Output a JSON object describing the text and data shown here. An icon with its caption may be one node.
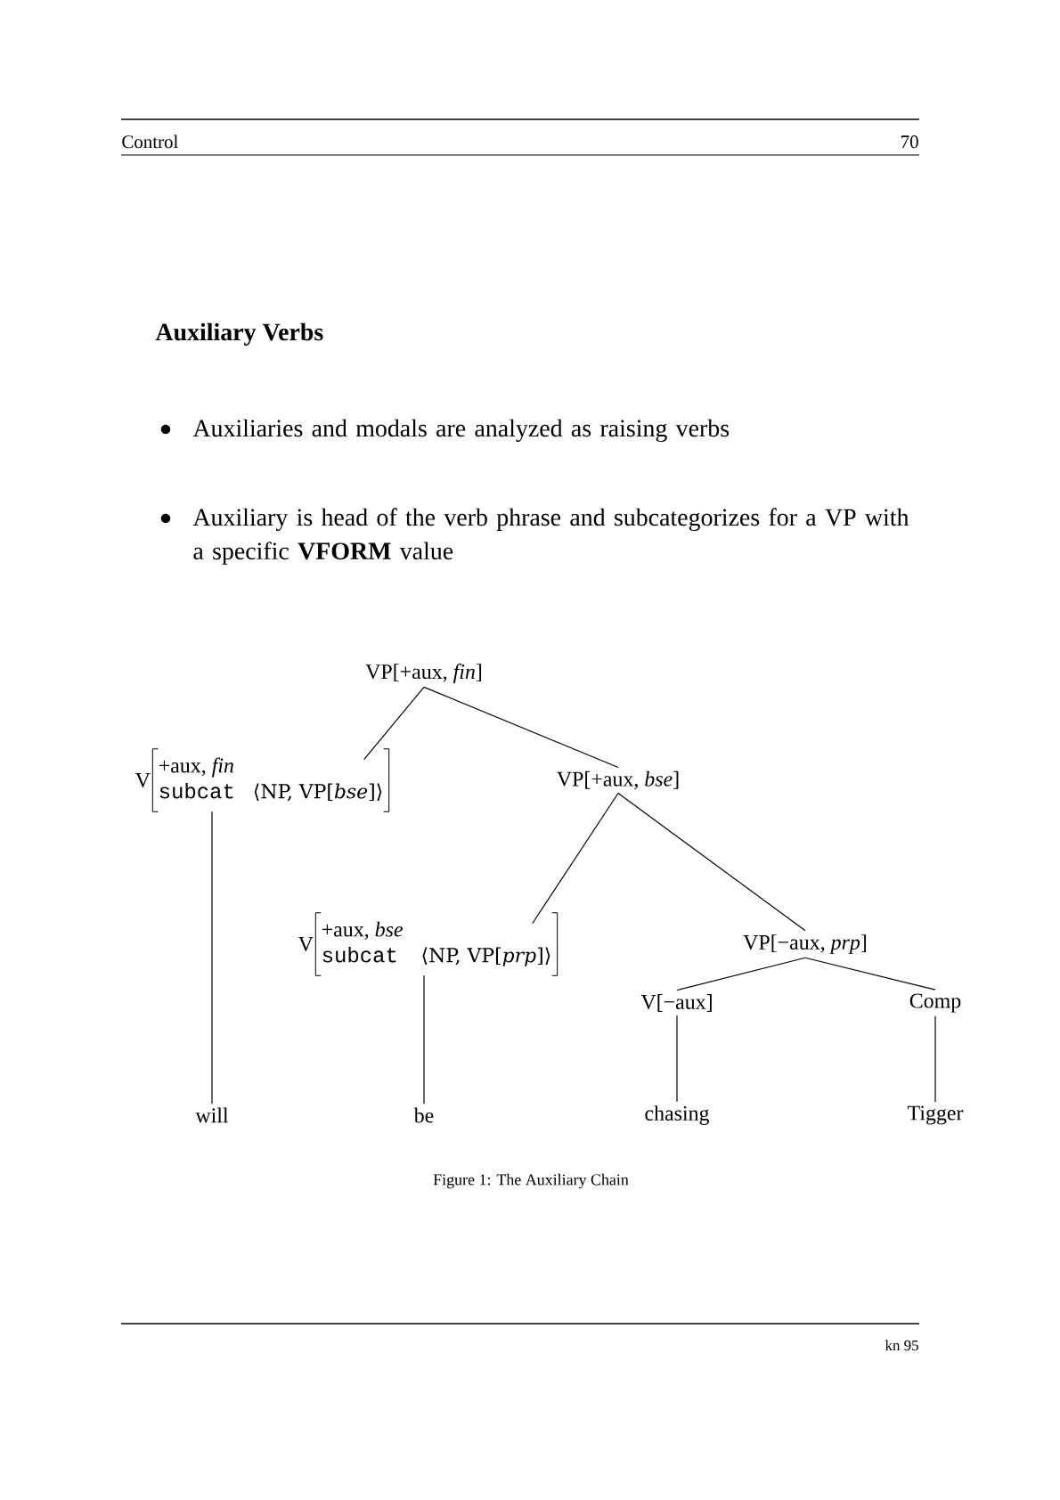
{
  "diagram": {
    "title": "Auxiliary Verbs",
    "caption": "Figure 1: The Auxiliary Chain",
    "nodes": [
      {
        "text": [
          "VP[+aux, *fin*]"
        ]
      },
      {
        "text": [
          "V",
          "+aux, *fin*",
          "subcat",
          "⟨NP, VP[*bse*]⟩"
        ]
      },
      {
        "text": [
          "VP[+aux, *bse*]"
        ]
      },
      {
        "text": [
          "V",
          "+aux, *bse*",
          "subcat",
          "⟨NP, VP[*prp*]⟩"
        ]
      },
      {
        "text": [
          "VP[−aux, *prp*]"
        ]
      },
      {
        "text": [
          "V[−aux]"
        ]
      },
      {
        "text": [
          "Comp"
        ]
      },
      {
        "text": [
          "will"
        ]
      },
      {
        "text": [
          "be"
        ]
      },
      {
        "text": [
          "chasing"
        ]
      },
      {
        "text": [
          "Tigger"
        ]
      }
    ],
    "edges": [
      {
        "from": 0,
        "to": 1,
        "arrow": "none"
      },
      {
        "from": 0,
        "to": 2,
        "arrow": "none"
      },
      {
        "from": 2,
        "to": 3,
        "arrow": "none"
      },
      {
        "from": 2,
        "to": 4,
        "arrow": "none"
      },
      {
        "from": 4,
        "to": 5,
        "arrow": "none"
      },
      {
        "from": 4,
        "to": 6,
        "arrow": "none"
      },
      {
        "from": 1,
        "to": 7,
        "arrow": "none"
      },
      {
        "from": 3,
        "to": 8,
        "arrow": "none"
      },
      {
        "from": 5,
        "to": 9,
        "arrow": "none"
      },
      {
        "from": 6,
        "to": 10,
        "arrow": "none"
      }
    ],
    "labels": [
      "Control",
      "70",
      "Auxiliaries and modals are analyzed as raising verbs",
      "Auxiliary is head of the verb phrase and subcategorizes for a VP with a specific **VFORM** value",
      "kn 95"
    ]
  }
}
